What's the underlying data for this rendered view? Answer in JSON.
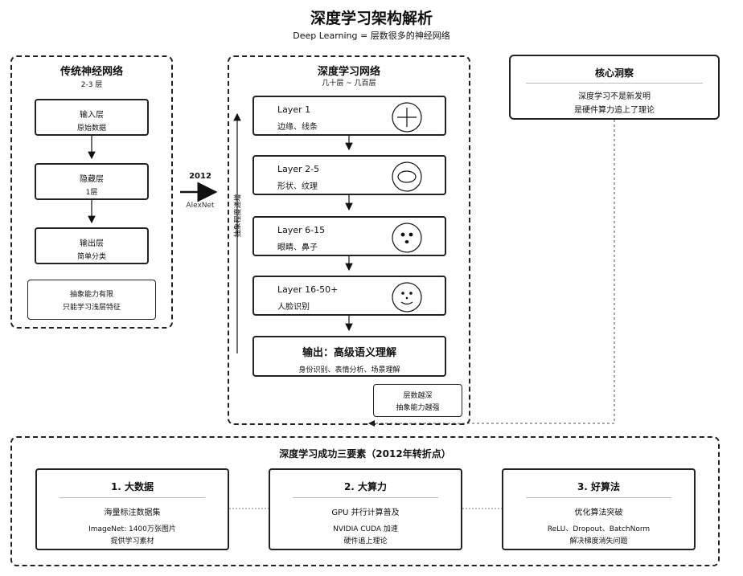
{
  "title": "深度学习架构解析",
  "subtitle": "Deep Learning = 层数很多的神经网络",
  "traditional": {
    "title": "传统神经网络",
    "layers_label": "2-3 层",
    "input": {
      "name": "输入层",
      "desc": "原始数据"
    },
    "hidden": {
      "name": "隐藏层",
      "desc": "1层"
    },
    "output": {
      "name": "输出层",
      "desc": "简单分类"
    },
    "limit_line1": "抽象能力有限",
    "limit_line2": "只能学习浅层特征"
  },
  "transition": {
    "year": "2012",
    "label": "AlexNet"
  },
  "deep": {
    "title": "深度学习网络",
    "layers_label": "几十层 ~ 几百层",
    "axis_label": "抽象程度递增",
    "layers": [
      {
        "name": "Layer 1",
        "desc": "边缘、线条",
        "icon": "cross-circle-icon"
      },
      {
        "name": "Layer 2-5",
        "desc": "形状、纹理",
        "icon": "ellipse-icon"
      },
      {
        "name": "Layer 6-15",
        "desc": "眼睛、鼻子",
        "icon": "eyes-nose-icon"
      },
      {
        "name": "Layer 16-50+",
        "desc": "人脸识别",
        "icon": "smiley-face-icon"
      }
    ],
    "output_title": "输出：高级语义理解",
    "output_desc": "身份识别、表情分析、场景理解",
    "note_line1": "层数越深",
    "note_line2": "抽象能力越强"
  },
  "insight": {
    "title": "核心洞察",
    "line1": "深度学习不是新发明",
    "line2": "是硬件算力追上了理论"
  },
  "factors": {
    "title": "深度学习成功三要素（2012年转折点）",
    "items": [
      {
        "title": "1. 大数据",
        "main": "海量标注数据集",
        "detail1": "ImageNet: 1400万张图片",
        "detail2": "提供学习素材"
      },
      {
        "title": "2. 大算力",
        "main": "GPU 并行计算普及",
        "detail1": "NVIDIA CUDA 加速",
        "detail2": "硬件追上理论"
      },
      {
        "title": "3. 好算法",
        "main": "优化算法突破",
        "detail1": "ReLU、Dropout、BatchNorm",
        "detail2": "解决梯度消失问题"
      }
    ]
  }
}
